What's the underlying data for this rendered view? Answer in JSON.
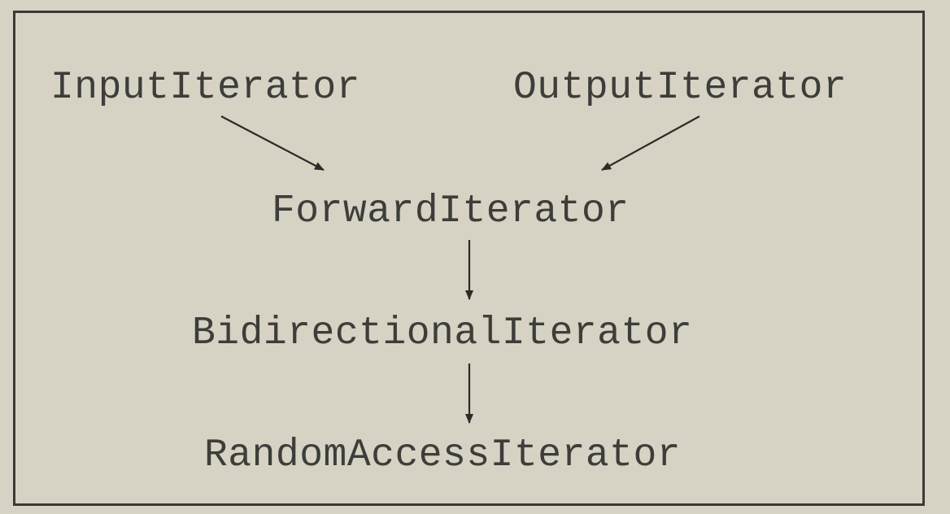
{
  "diagram": {
    "nodes": [
      {
        "id": "input",
        "label": "InputIterator"
      },
      {
        "id": "output",
        "label": "OutputIterator"
      },
      {
        "id": "forward",
        "label": "ForwardIterator"
      },
      {
        "id": "bidirectional",
        "label": "BidirectionalIterator"
      },
      {
        "id": "random",
        "label": "RandomAccessIterator"
      }
    ],
    "edges": [
      {
        "from": "input",
        "to": "forward"
      },
      {
        "from": "output",
        "to": "forward"
      },
      {
        "from": "forward",
        "to": "bidirectional"
      },
      {
        "from": "bidirectional",
        "to": "random"
      }
    ],
    "colors": {
      "background": "#d6d3c4",
      "text": "#3d3d3a",
      "line": "#2b2b28"
    }
  }
}
